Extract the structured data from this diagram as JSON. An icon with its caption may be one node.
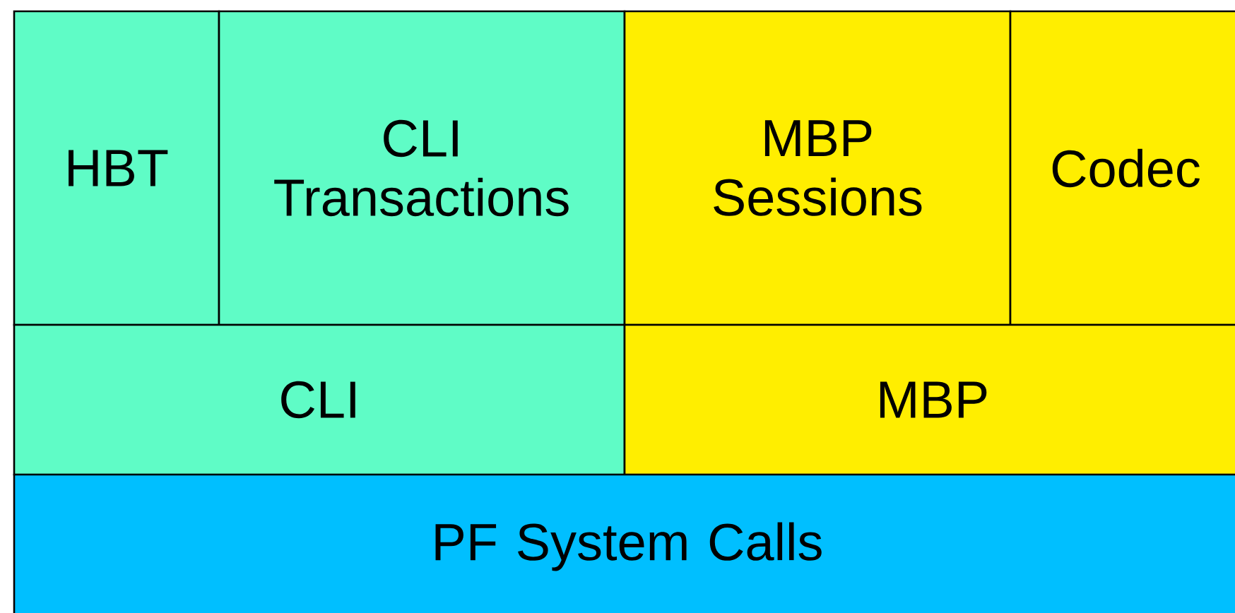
{
  "diagram": {
    "nodes": [
      {
        "text": [
          "HBT"
        ]
      },
      {
        "text": [
          "CLI Transactions"
        ]
      },
      {
        "text": [
          "MBP Sessions"
        ]
      },
      {
        "text": [
          "Codec"
        ]
      },
      {
        "text": [
          "CLI"
        ]
      },
      {
        "text": [
          "MBP"
        ]
      },
      {
        "text": [
          "PF System Calls"
        ]
      }
    ]
  }
}
